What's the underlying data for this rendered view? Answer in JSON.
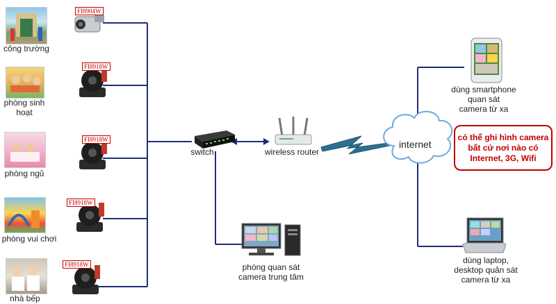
{
  "locations": [
    {
      "label": "công trường"
    },
    {
      "label": "phòng sinh\nhoạt"
    },
    {
      "label": "phòng ngủ"
    },
    {
      "label": "phòng vui chơi"
    },
    {
      "label": "nhà bếp"
    }
  ],
  "camera_models": [
    "FI8904W",
    "FI8918W",
    "FI8918W",
    "FI8918W",
    "FI8918W"
  ],
  "switch_label": "switch",
  "router_label": "wireless router",
  "internet_label": "internet",
  "monitor_room_label": "phòng quan sát\ncamera trung tâm",
  "smartphone_label": "dùng smartphone\nquan sát\ncamera từ xa",
  "laptop_label": "dùng laptop,\ndesktop quản sát\ncamera từ xa",
  "callout_text": "có thể ghi hình camera bất cứ nơi nào có Internet, 3G, Wifi",
  "colors": {
    "line": "#1f2a7a",
    "accent": "#c00000",
    "cloud_stroke": "#6fa8dc"
  }
}
